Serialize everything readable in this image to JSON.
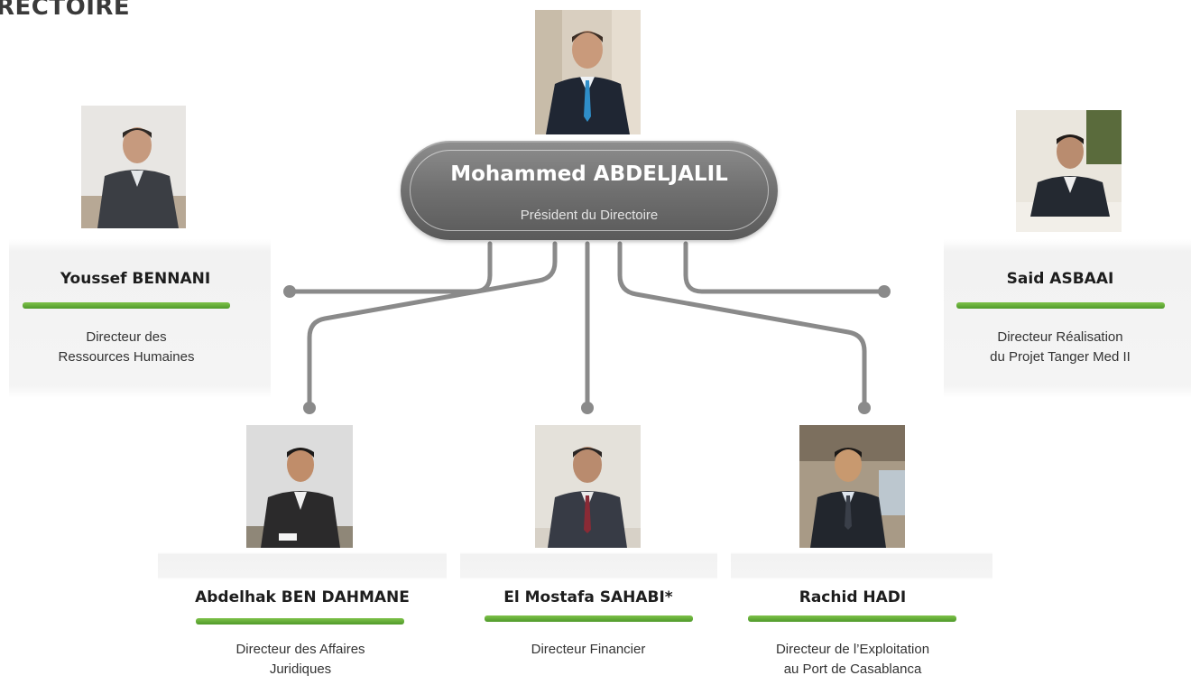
{
  "title": "RECTOIRE",
  "president": {
    "name": "Mohammed ABDELJALIL",
    "role": "Président du Directoire"
  },
  "members": [
    {
      "id": "bennani",
      "name": "Youssef BENNANI",
      "role": [
        "Directeur des",
        "Ressources Humaines"
      ]
    },
    {
      "id": "asbaai",
      "name": "Said ASBAAI",
      "role": [
        "Directeur Réalisation",
        "du Projet Tanger Med II"
      ]
    },
    {
      "id": "bendahmane",
      "name": "Abdelhak BEN DAHMANE",
      "role": [
        "Directeur des Affaires",
        "Juridiques"
      ]
    },
    {
      "id": "sahabi",
      "name": "El Mostafa SAHABI*",
      "role": [
        "Directeur Financier"
      ]
    },
    {
      "id": "hadi",
      "name": "Rachid HADI",
      "role": [
        "Directeur de l’Exploitation",
        "au Port de Casablanca"
      ]
    }
  ],
  "colors": {
    "accent_green": "#5aa532",
    "connector_gray": "#8a8a8a",
    "pill_gray": "#6f6f6f"
  }
}
